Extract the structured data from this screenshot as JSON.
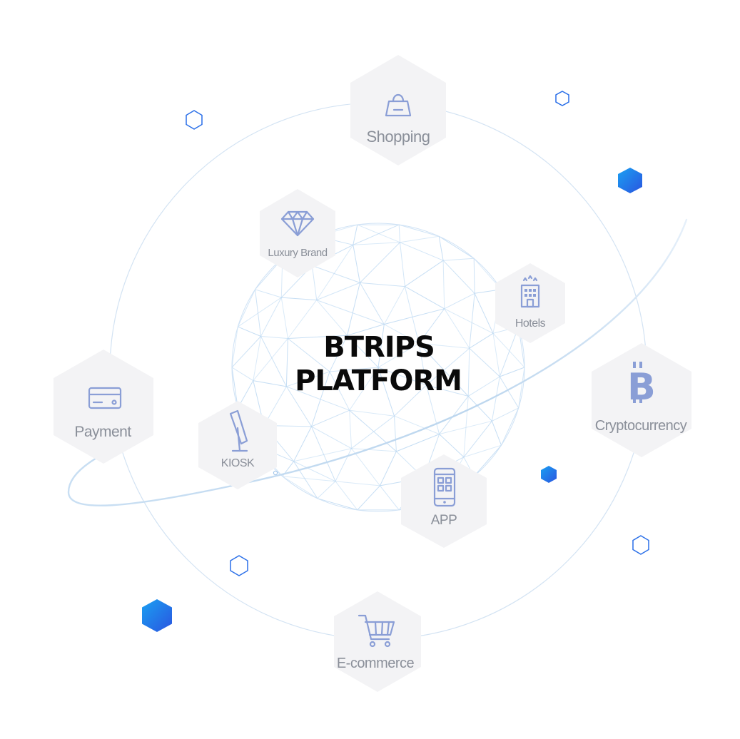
{
  "title": {
    "line1": "BTRIPS",
    "line2": "PLATFORM"
  },
  "nodes": {
    "shopping": {
      "label": "Shopping",
      "icon": "shopping-bag-icon"
    },
    "luxury": {
      "label": "Luxury Brand",
      "icon": "diamond-icon"
    },
    "hotels": {
      "label": "Hotels",
      "icon": "hotel-building-icon"
    },
    "cryptocurrency": {
      "label": "Cryptocurrency",
      "icon": "bitcoin-icon"
    },
    "payment": {
      "label": "Payment",
      "icon": "credit-card-icon"
    },
    "kiosk": {
      "label": "KIOSK",
      "icon": "kiosk-icon"
    },
    "app": {
      "label": "APP",
      "icon": "smartphone-app-icon"
    },
    "ecommerce": {
      "label": "E-commerce",
      "icon": "shopping-cart-icon"
    }
  },
  "colors": {
    "hex_bg": "#f3f3f5",
    "icon": "#8a9ed6",
    "label": "#8a8f99",
    "title": "#0a0a0a",
    "accent_blue": "#1d6fe8",
    "accent_cyan": "#1a8ff0",
    "orbit": "#cfe0f2",
    "mesh": "#b9d7f3"
  }
}
